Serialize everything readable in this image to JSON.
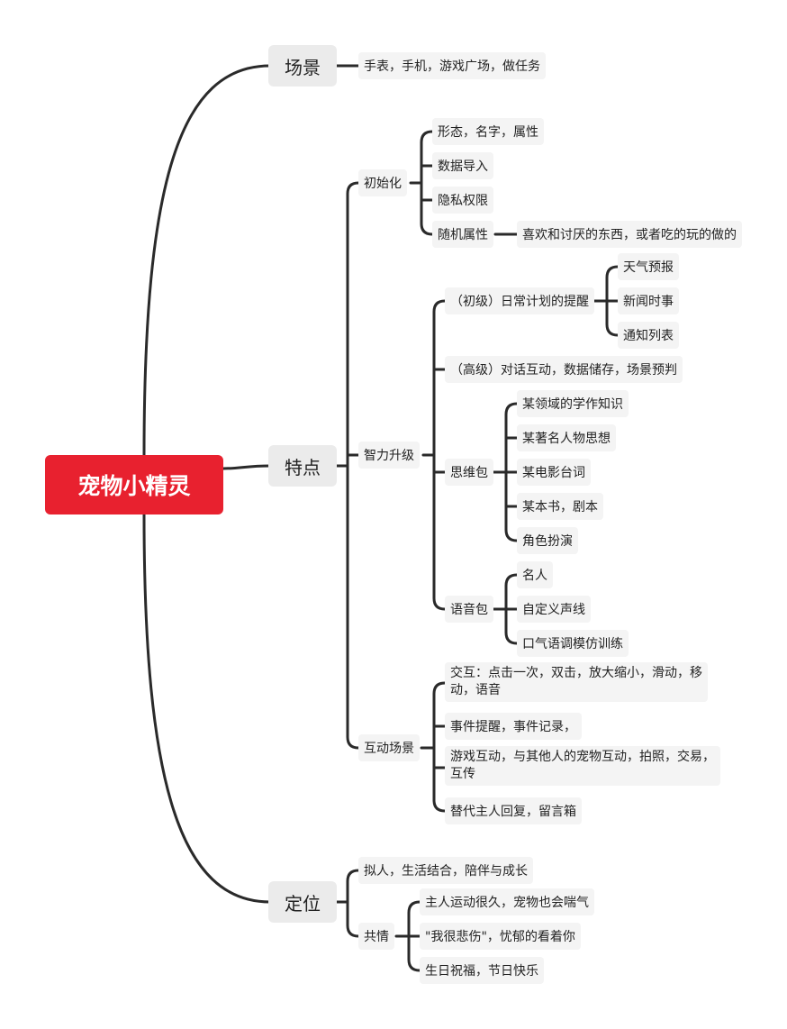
{
  "root": "宠物小精灵",
  "scene": {
    "label": "场景",
    "items": [
      "手表，手机，游戏广场，做任务"
    ]
  },
  "features": {
    "label": "特点",
    "init": {
      "label": "初始化",
      "items": [
        "形态，名字，属性",
        "数据导入",
        "隐私权限",
        "随机属性"
      ],
      "random_detail": "喜欢和讨厌的东西，或者吃的玩的做的"
    },
    "intel": {
      "label": "智力升级",
      "basic": {
        "label": "（初级）日常计划的提醒",
        "items": [
          "天气预报",
          "新闻时事",
          "通知列表"
        ]
      },
      "advanced": "（高级）对话互动，数据储存，场景预判",
      "thinking": {
        "label": "思维包",
        "items": [
          "某领域的学作知识",
          "某著名人物思想",
          "某电影台词",
          "某本书，剧本",
          "角色扮演"
        ]
      },
      "voice": {
        "label": "语音包",
        "items": [
          "名人",
          "自定义声线",
          "口气语调模仿训练"
        ]
      }
    },
    "interact": {
      "label": "互动场景",
      "items": [
        "交互：点击一次，双击，放大缩小，滑动，移动，语音",
        "事件提醒，事件记录，",
        "游戏互动，与其他人的宠物互动，拍照，交易，互传",
        "替代主人回复，留言箱"
      ]
    }
  },
  "position": {
    "label": "定位",
    "anthro": "拟人，生活结合，陪伴与成长",
    "empathy": {
      "label": "共情",
      "items": [
        "主人运动很久，宠物也会喘气",
        "\"我很悲伤\"，忧郁的看着你",
        "生日祝福，节日快乐"
      ]
    }
  }
}
